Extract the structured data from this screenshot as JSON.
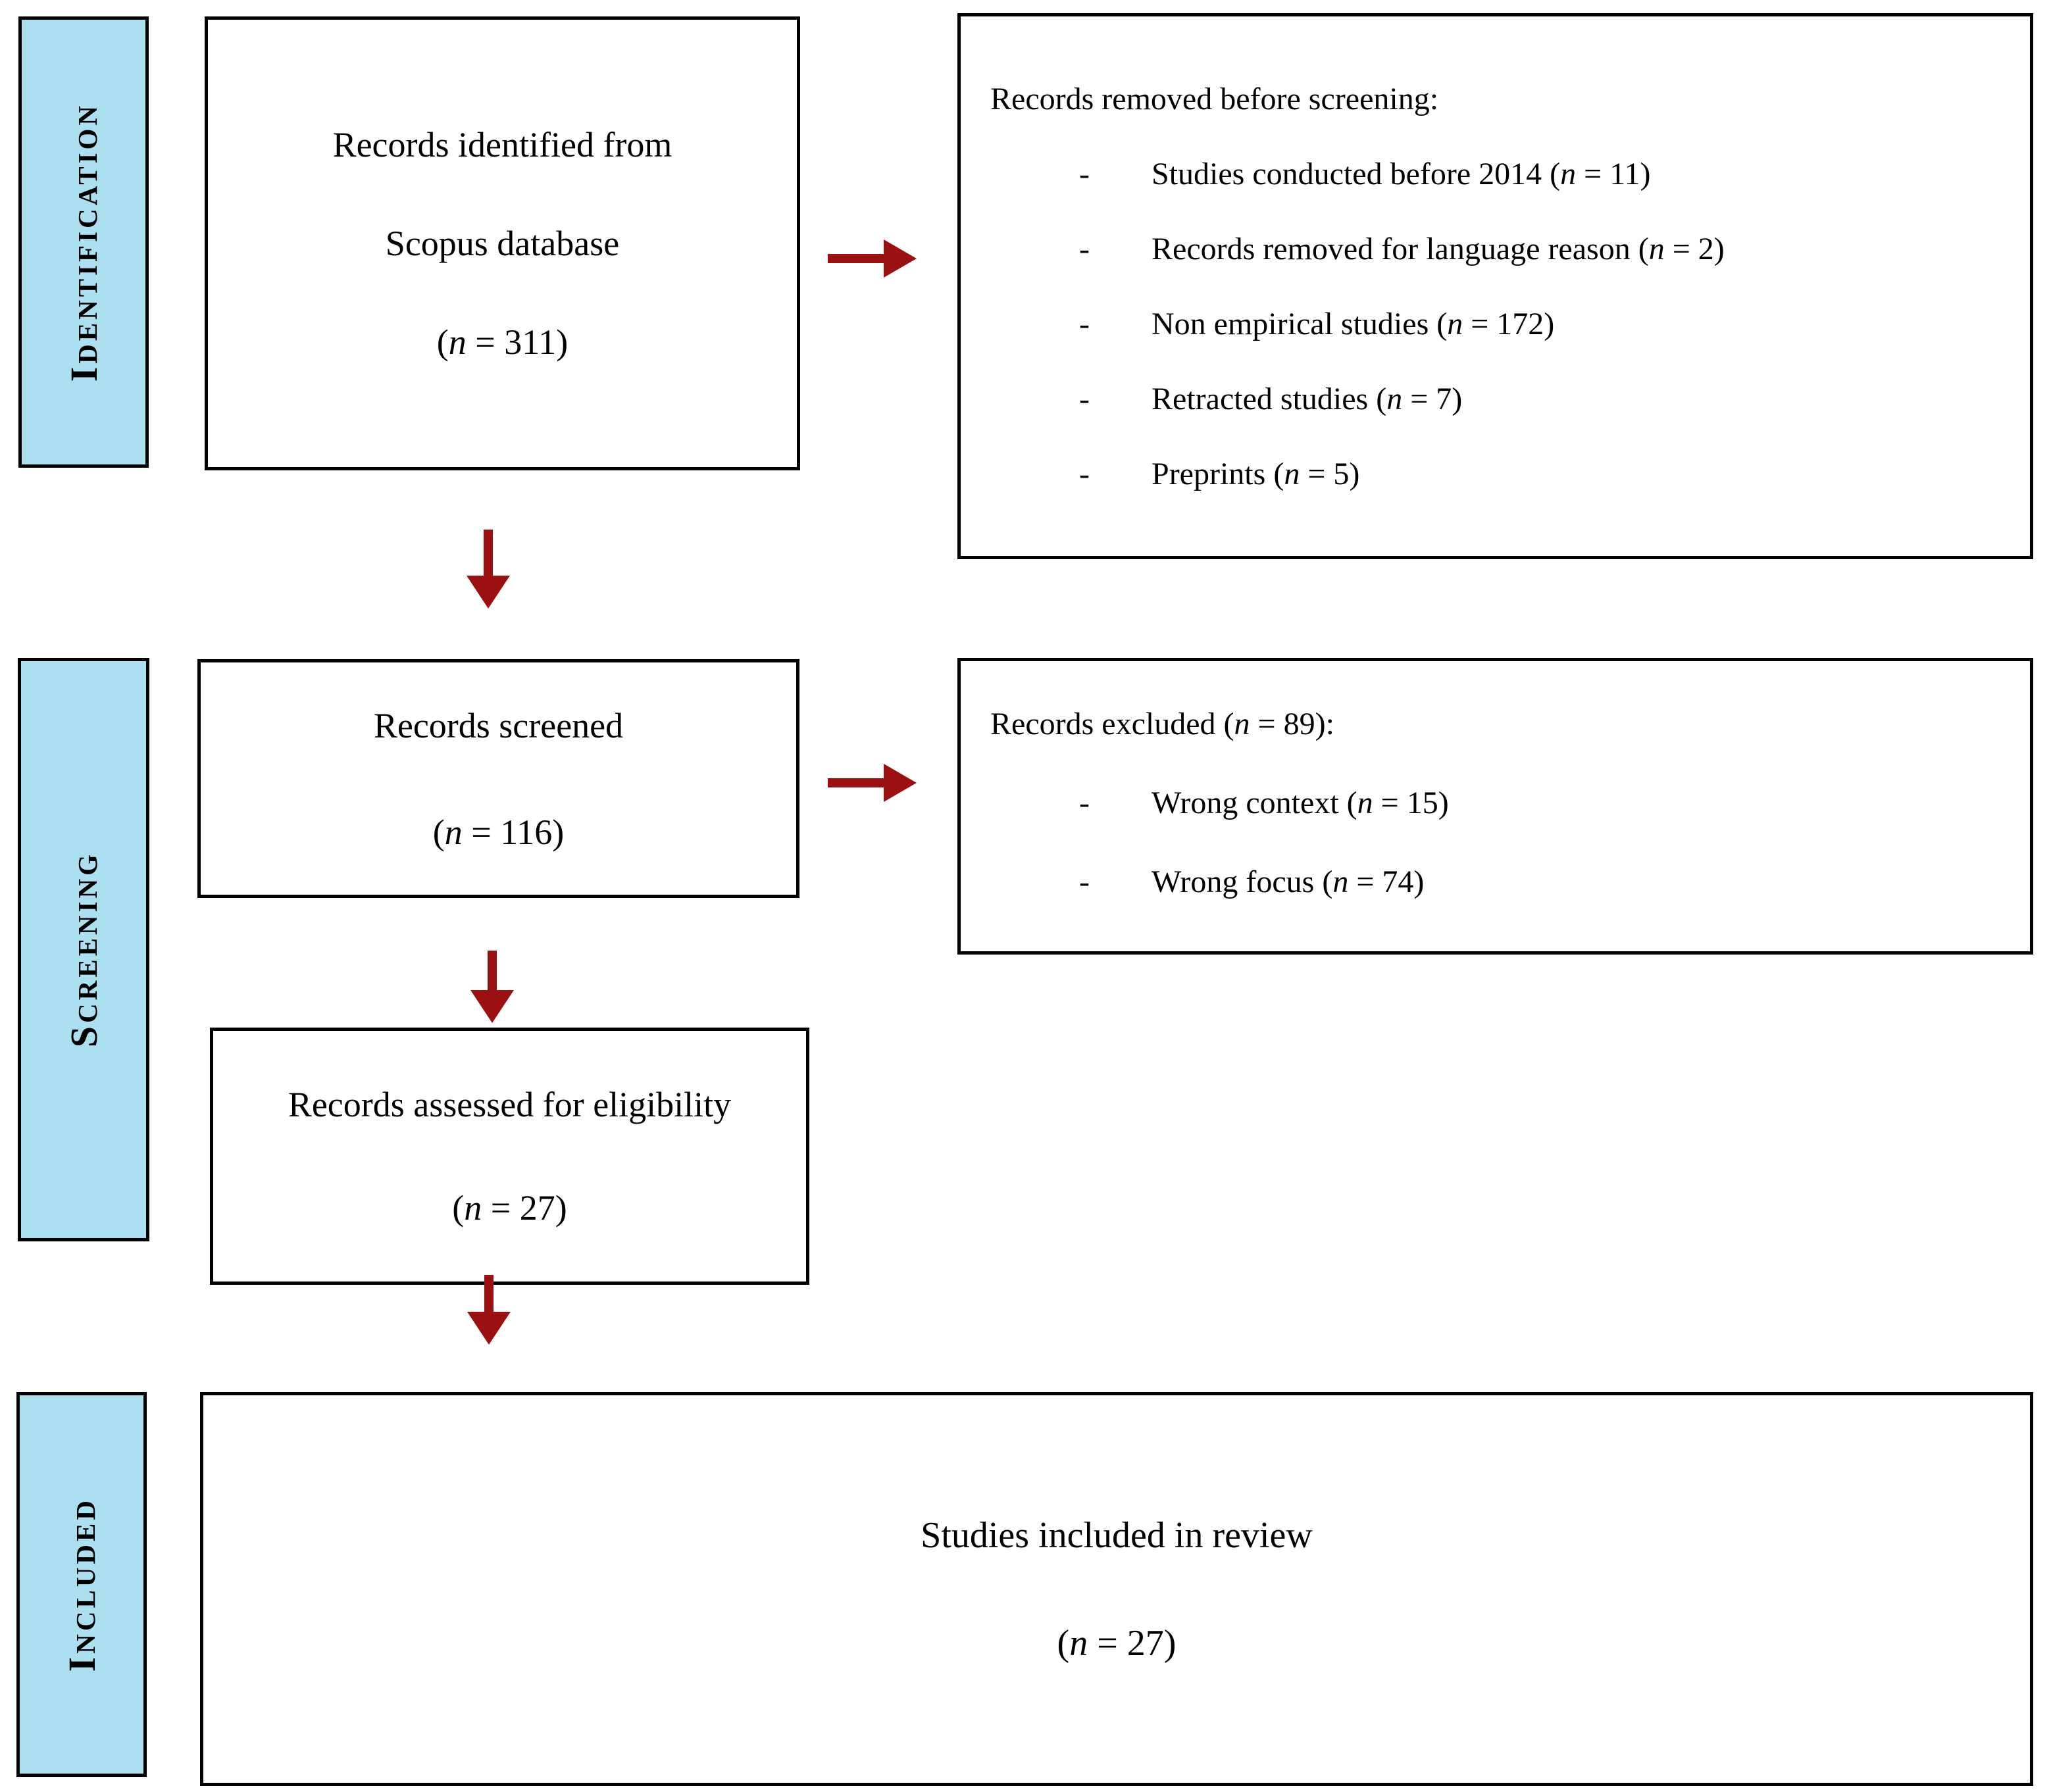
{
  "stages": {
    "identification": "Identification",
    "screening": "Screening",
    "included": "Included"
  },
  "boxes": {
    "identified": {
      "line1": "Records identified from",
      "line2": "Scopus database",
      "n": "(n = 311)"
    },
    "removed": {
      "heading": "Records removed before screening:",
      "bullet_glyph": "-",
      "items": [
        "Studies conducted before 2014 (n = 11)",
        "Records removed for language reason (n = 2)",
        "Non empirical studies (n = 172)",
        "Retracted studies (n = 7)",
        "Preprints (n = 5)"
      ]
    },
    "screened": {
      "line1": "Records screened",
      "n": "(n = 116)"
    },
    "excluded": {
      "heading": "Records excluded (n = 89):",
      "bullet_glyph": "-",
      "items": [
        "Wrong context (n = 15)",
        "Wrong focus (n = 74)"
      ]
    },
    "assessed": {
      "line1": "Records assessed for eligibility",
      "n": "(n = 27)"
    },
    "included_box": {
      "line1": "Studies included in review",
      "n": "(n = 27)"
    }
  },
  "colors": {
    "label_fill": "#ACE0F0",
    "border": "#000000",
    "arrow": "#9B1010"
  }
}
